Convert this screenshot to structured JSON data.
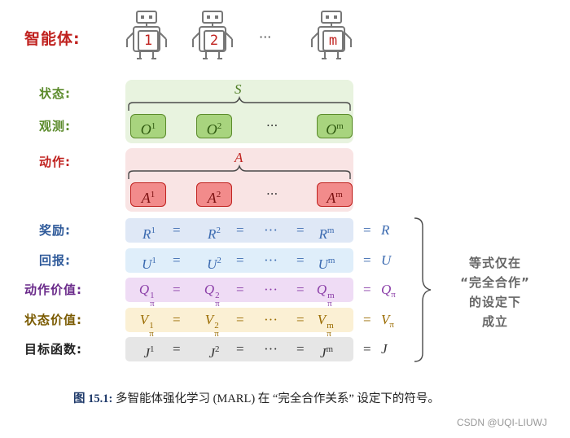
{
  "agents": {
    "label": "智能体:",
    "robots": [
      "1",
      "2",
      "m"
    ],
    "ellipsis": "···"
  },
  "state": {
    "label": "状态:",
    "symbol": "S"
  },
  "observation": {
    "label": "观测:",
    "items": [
      "O",
      "O",
      "O"
    ],
    "sups": [
      "1",
      "2",
      "m"
    ],
    "ellipsis": "···"
  },
  "action": {
    "label": "动作:",
    "symbol": "A",
    "items": [
      "A",
      "A",
      "A"
    ],
    "sups": [
      "1",
      "2",
      "m"
    ],
    "ellipsis": "···"
  },
  "rows": [
    {
      "label": "奖励:",
      "sym": "R",
      "sub": "",
      "total": "R",
      "total_sub": ""
    },
    {
      "label": "回报:",
      "sym": "U",
      "sub": "",
      "total": "U",
      "total_sub": ""
    },
    {
      "label": "动作价值:",
      "sym": "Q",
      "sub": "π",
      "total": "Q",
      "total_sub": "π"
    },
    {
      "label": "状态价值:",
      "sym": "V",
      "sub": "π",
      "total": "V",
      "total_sub": "π"
    },
    {
      "label": "目标函数:",
      "sym": "J",
      "sub": "",
      "total": "J",
      "total_sub": ""
    }
  ],
  "row_sups": [
    "1",
    "2",
    "m"
  ],
  "row_eq": "=",
  "row_ellipsis": "···",
  "side_note": [
    "等式仅在",
    "“完全合作”",
    "的设定下",
    "成立"
  ],
  "caption": {
    "prefix": "图 15.1:",
    "text": "多智能体强化学习 (MARL) 在 “完全合作关系” 设定下的符号。"
  },
  "watermark": "CSDN @UQI-LIUWJ",
  "colors": {
    "agent_label": "#c0221f",
    "state_label": "#5a8a2a",
    "obs_label": "#5a8a2a",
    "action_label": "#c0221f",
    "reward": "#3b6ab0",
    "return": "#3b6ab0",
    "qvalue": "#8b3fa8",
    "vvalue": "#9a6b00",
    "objective": "#333333"
  }
}
